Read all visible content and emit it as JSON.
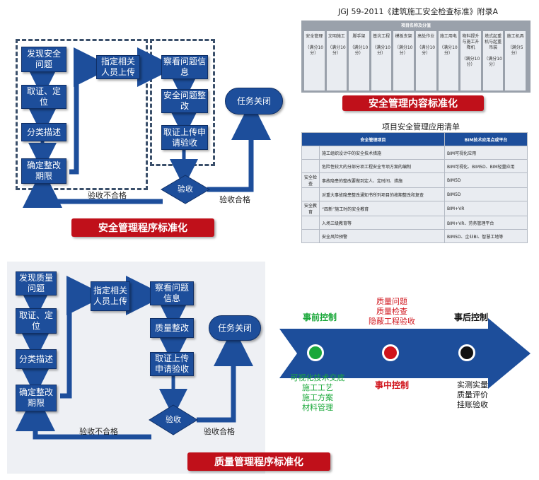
{
  "safety_flow": {
    "steps": [
      "发现安全问题",
      "取证、定位",
      "分类描述",
      "确定整改期限",
      "指定相关人员上传",
      "察看问题信息",
      "安全问题整改",
      "取证上传申请验收",
      "验收",
      "任务关闭"
    ],
    "reject_label": "验收不合格",
    "accept_label": "验收合格",
    "caption": "安全管理程序标准化"
  },
  "standard_panel": {
    "title": "JGJ 59-2011《建筑施工安全检查标准》附录A",
    "header": "项目名称及分值",
    "columns": [
      "安全管理\n\n（满分10分）",
      "文明施工\n\n（满分10分）",
      "脚手架\n\n（满分10分）",
      "基坑工程\n\n（满分10分）",
      "模板支架\n\n（满分10分）",
      "高处作业\n\n（满分10分）",
      "施工用电\n\n（满分10分）",
      "物料提升与施工升降机\n\n（满分10分）",
      "塔式起重机与起重吊装\n\n（满分10分）",
      "施工机具\n\n（满分5分）"
    ],
    "caption": "安全管理内容标准化"
  },
  "app_list": {
    "title": "项目安全管理应用清单",
    "headers": [
      "安全管理项目",
      "BIM技术应用点或平台"
    ],
    "rows": [
      {
        "group": "",
        "item": "施工组织设计中的安全技术措施",
        "tech": "BIM可视化应用"
      },
      {
        "group": "",
        "item": "危险性较大的分部分项工程安全专项方案的编制",
        "tech": "BIM可视化、BIM5D、BIM轻量应用"
      },
      {
        "group": "安全检查",
        "item": "事故隐患的整改要做到定人、定时间、措施",
        "tech": "BIM5D"
      },
      {
        "group": "",
        "item": "对重大事故隐患整改通知书所列项目的按期整改和复查",
        "tech": "BIM5D"
      },
      {
        "group": "安全教育",
        "item": "“四新”施工时的安全教育",
        "tech": "BIM+VR"
      },
      {
        "group": "",
        "item": "入场三级教育等",
        "tech": "BIM+VR、劳务管理平台"
      },
      {
        "group": "",
        "item": "安全风险预警",
        "tech": "BIM5D、企业BI、智慧工地等"
      }
    ]
  },
  "quality_flow": {
    "steps": [
      "发现质量问题",
      "取证、定位",
      "分类描述",
      "确定整改期限",
      "指定相关人员上传",
      "察看问题信息",
      "质量整改",
      "取证上传申请验收",
      "验收",
      "任务关闭"
    ],
    "reject_label": "验收不合格",
    "accept_label": "验收合格",
    "caption": "质量管理程序标准化"
  },
  "control_arrow": {
    "stages": [
      "事前控制",
      "事中控制",
      "事后控制"
    ],
    "pre_items": [
      "可视化技术交底",
      "施工工艺",
      "施工方案",
      "材料管理"
    ],
    "mid_items": [
      "质量问题",
      "质量检查",
      "隐蔽工程验收"
    ],
    "post_items": [
      "实测实量",
      "质量评价",
      "挂账验收"
    ],
    "colors": {
      "pre": "#1aa83a",
      "mid": "#d0141c",
      "post": "#111111",
      "arrow": "#1d4e9b"
    }
  }
}
